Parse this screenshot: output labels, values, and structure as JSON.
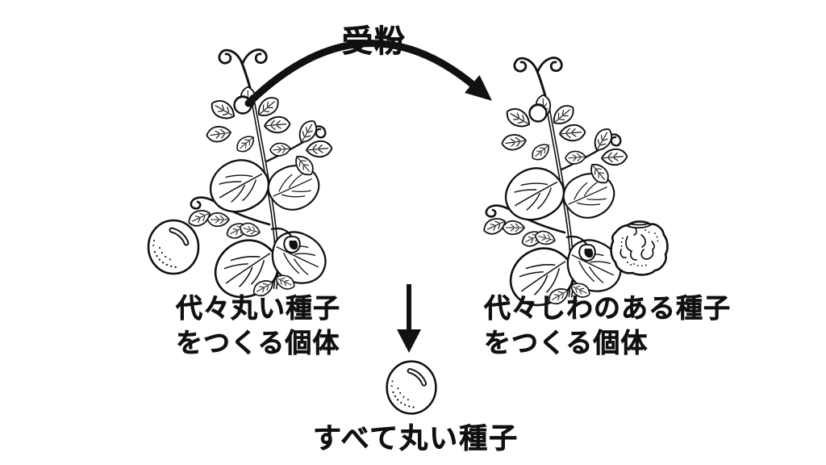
{
  "diagram": {
    "title": "受粉",
    "left_parent": {
      "label_line1": "代々丸い種子",
      "label_line2": "をつくる個体",
      "seed_type": "round",
      "illustration": "pea-plant"
    },
    "right_parent": {
      "label_line1": "代々しわのある種子",
      "label_line2": "をつくる個体",
      "seed_type": "wrinkled",
      "illustration": "pea-plant"
    },
    "offspring": {
      "label": "すべて丸い種子",
      "seed_type": "round"
    },
    "icons": {
      "pollination_arrow": "curved-arrow",
      "result_arrow": "down-arrow"
    },
    "colors": {
      "ink": "#111111",
      "background": "#ffffff"
    }
  }
}
